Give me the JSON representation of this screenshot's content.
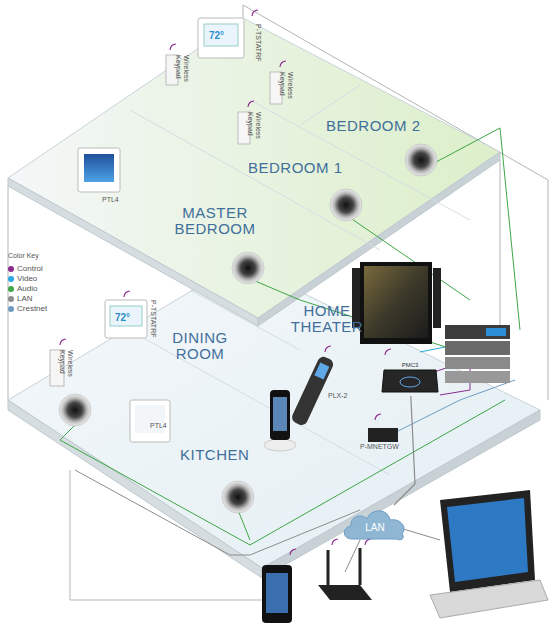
{
  "diagram": {
    "nodes": [
      {
        "text": [
          "LAN"
        ]
      },
      {
        "text": [
          "PMC3"
        ]
      }
    ],
    "edges": [
      {
        "from": 0,
        "to": 1,
        "arrow": "none"
      }
    ],
    "labels": [
      "Color Key",
      "BEDROOM 2",
      "BEDROOM 1",
      "MASTER BEDROOM",
      "HOME THEATER",
      "DINING ROOM",
      "KITCHEN",
      "P-TSTATRF",
      "72°",
      "Wireless Keypad",
      "Wireless Keypad",
      "Wireless Keypad",
      "PTL4",
      "P-TSTATRF",
      "72°",
      "Wireless Keypad",
      "PTL4",
      "PLX-2",
      "P-MNETGW"
    ],
    "legend": [
      {
        "text": "Control",
        "color": "#8b2c8e"
      },
      {
        "text": "Video",
        "color": "#27a8e0"
      },
      {
        "text": "Audio",
        "color": "#3ea646"
      },
      {
        "text": "LAN",
        "color": "#8c8c8c"
      },
      {
        "text": "Crestnet",
        "color": "#6f9cc4"
      }
    ]
  }
}
